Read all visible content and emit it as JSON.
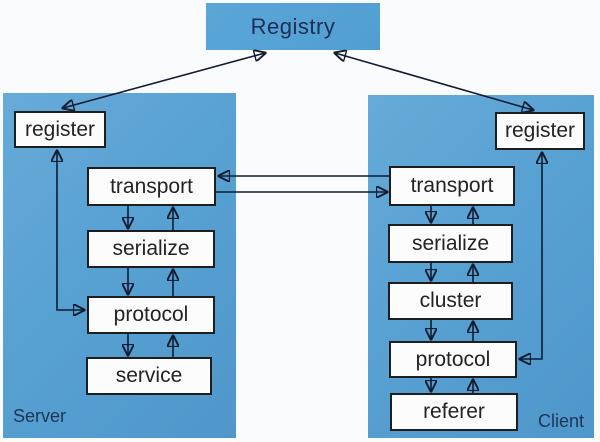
{
  "registry": {
    "label": "Registry"
  },
  "server": {
    "label": "Server",
    "nodes": [
      {
        "label": "register"
      },
      {
        "label": "transport"
      },
      {
        "label": "serialize"
      },
      {
        "label": "protocol"
      },
      {
        "label": "service"
      }
    ]
  },
  "client": {
    "label": "Client",
    "nodes": [
      {
        "label": "register"
      },
      {
        "label": "transport"
      },
      {
        "label": "serialize"
      },
      {
        "label": "cluster"
      },
      {
        "label": "protocol"
      },
      {
        "label": "referer"
      }
    ]
  },
  "edges": [
    {
      "from": "server-register",
      "to": "registry",
      "style": "bidirectional"
    },
    {
      "from": "client-register",
      "to": "registry",
      "style": "bidirectional"
    },
    {
      "from": "client-transport",
      "to": "server-transport",
      "style": "one-way"
    },
    {
      "from": "server-transport",
      "to": "client-transport",
      "style": "one-way"
    },
    {
      "from": "server-transport",
      "to": "server-serialize",
      "style": "one-way"
    },
    {
      "from": "server-serialize",
      "to": "server-transport",
      "style": "one-way"
    },
    {
      "from": "server-serialize",
      "to": "server-protocol",
      "style": "one-way"
    },
    {
      "from": "server-protocol",
      "to": "server-serialize",
      "style": "one-way"
    },
    {
      "from": "server-protocol",
      "to": "server-service",
      "style": "one-way"
    },
    {
      "from": "server-service",
      "to": "server-protocol",
      "style": "one-way"
    },
    {
      "from": "server-register",
      "to": "server-protocol",
      "style": "bidirectional-elbow"
    },
    {
      "from": "client-transport",
      "to": "client-serialize",
      "style": "one-way"
    },
    {
      "from": "client-serialize",
      "to": "client-transport",
      "style": "one-way"
    },
    {
      "from": "client-serialize",
      "to": "client-cluster",
      "style": "one-way"
    },
    {
      "from": "client-cluster",
      "to": "client-serialize",
      "style": "one-way"
    },
    {
      "from": "client-cluster",
      "to": "client-protocol",
      "style": "one-way"
    },
    {
      "from": "client-protocol",
      "to": "client-cluster",
      "style": "one-way"
    },
    {
      "from": "client-protocol",
      "to": "client-referer",
      "style": "one-way"
    },
    {
      "from": "client-referer",
      "to": "client-protocol",
      "style": "one-way"
    },
    {
      "from": "client-register",
      "to": "client-protocol",
      "style": "bidirectional-elbow"
    }
  ],
  "colors": {
    "panel_blue": "#58a1d3",
    "registry_blue": "#519ed2",
    "navy_text": "#1d3557",
    "box_background": "#fcfcfc",
    "box_border": "#1e1e1e",
    "arrow": "#111c30",
    "page_background": "#fafbfc"
  }
}
